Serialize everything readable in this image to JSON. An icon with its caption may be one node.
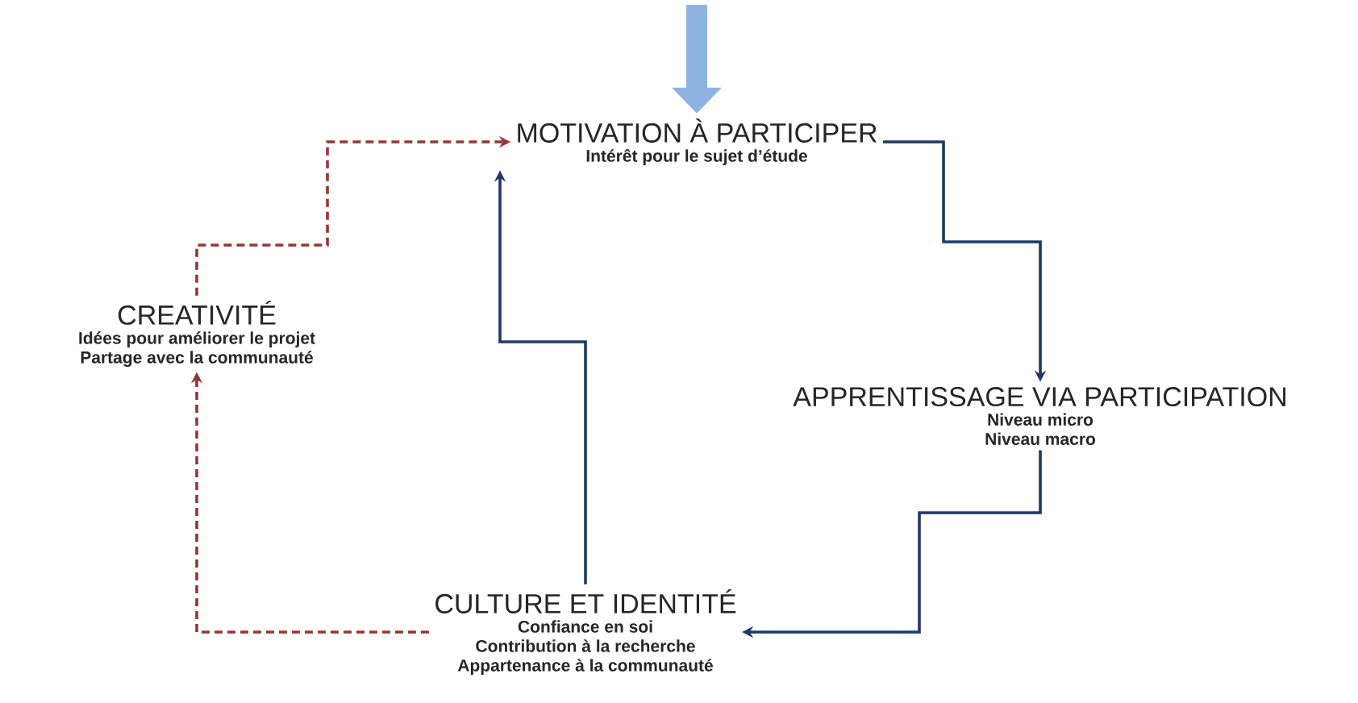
{
  "diagram": {
    "nodes": [
      {
        "text": [
          "MOTIVATION À PARTICIPER",
          "Intérêt pour le sujet d’étude"
        ]
      },
      {
        "text": [
          "APPRENTISSAGE VIA PARTICIPATION",
          "Niveau micro",
          "Niveau macro"
        ]
      },
      {
        "text": [
          "CULTURE ET IDENTITÉ",
          "Confiance en soi",
          "Contribution à la recherche",
          "Appartenance à la communauté"
        ]
      },
      {
        "text": [
          "CREATIVITÉ",
          "Idées pour améliorer le projet",
          "Partage avec la communauté"
        ]
      }
    ],
    "edges": [
      {
        "from": null,
        "to": 0,
        "arrow": "to",
        "style": "thick",
        "color": "#8db3e2"
      },
      {
        "from": 0,
        "to": 1,
        "arrow": "to"
      },
      {
        "from": 1,
        "to": 2,
        "arrow": "to"
      },
      {
        "from": 2,
        "to": 0,
        "arrow": "to"
      },
      {
        "from": 2,
        "to": 3,
        "arrow": "to",
        "style": "dashed",
        "color": "#953735"
      },
      {
        "from": 3,
        "to": 0,
        "arrow": "to",
        "style": "dashed",
        "color": "#953735"
      }
    ]
  }
}
